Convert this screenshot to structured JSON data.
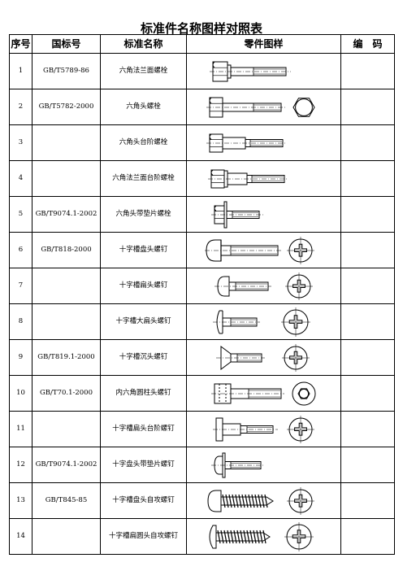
{
  "title": "标准件名称图样对照表",
  "headers": {
    "no": "序号",
    "std": "国标号",
    "name": "标准名称",
    "drawing": "零件图样",
    "code": "编　码"
  },
  "rows": [
    {
      "no": "1",
      "std": "GB/T5789-86",
      "name": "六角法兰面螺栓",
      "drawing": "hex-flange-bolt-icon"
    },
    {
      "no": "2",
      "std": "GB/T5782-2000",
      "name": "六角头螺栓",
      "drawing": "hex-bolt-icon"
    },
    {
      "no": "3",
      "std": "",
      "name": "六角头台阶螺栓",
      "drawing": "hex-shoulder-bolt-icon"
    },
    {
      "no": "4",
      "std": "",
      "name": "六角法兰面台阶螺栓",
      "drawing": "hex-flange-shoulder-bolt-icon"
    },
    {
      "no": "5",
      "std": "GB/T9074.1-2002",
      "name": "六角头带垫片螺栓",
      "drawing": "hex-washer-bolt-icon"
    },
    {
      "no": "6",
      "std": "GB/T818-2000",
      "name": "十字槽盘头螺钉",
      "drawing": "phillips-pan-screw-icon"
    },
    {
      "no": "7",
      "std": "",
      "name": "十字槽扁头螺钉",
      "drawing": "phillips-flat-head-screw-icon"
    },
    {
      "no": "8",
      "std": "",
      "name": "十字槽大扁头螺钉",
      "drawing": "phillips-large-flat-screw-icon"
    },
    {
      "no": "9",
      "std": "GB/T819.1-2000",
      "name": "十字槽沉头螺钉",
      "drawing": "phillips-countersunk-screw-icon"
    },
    {
      "no": "10",
      "std": "GB/T70.1-2000",
      "name": "内六角圆柱头螺钉",
      "drawing": "hex-socket-cap-screw-icon"
    },
    {
      "no": "11",
      "std": "",
      "name": "十字槽扁头台阶螺钉",
      "drawing": "phillips-flat-shoulder-screw-icon"
    },
    {
      "no": "12",
      "std": "GB/T9074.1-2002",
      "name": "十字盘头带垫片螺钉",
      "drawing": "phillips-pan-washer-screw-icon"
    },
    {
      "no": "13",
      "std": "GB/T845-85",
      "name": "十字槽盘头自攻螺钉",
      "drawing": "phillips-pan-tapping-screw-icon"
    },
    {
      "no": "14",
      "std": "",
      "name": "十字槽扁圆头自攻螺钉",
      "drawing": "phillips-truss-tapping-screw-icon"
    }
  ]
}
